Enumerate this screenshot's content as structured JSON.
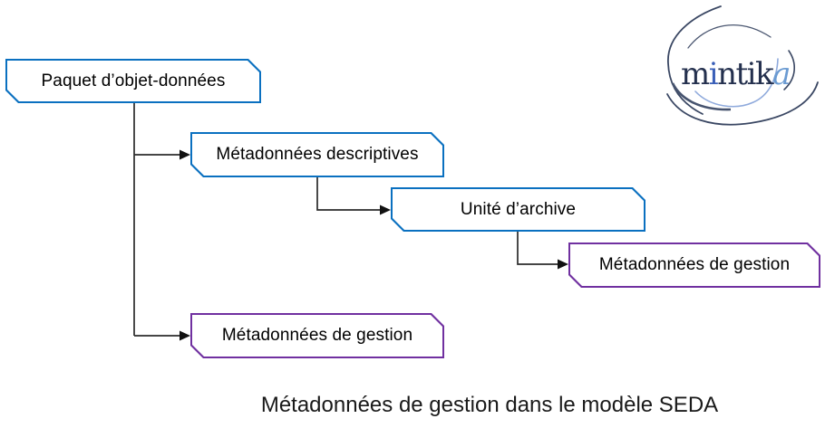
{
  "canvas": {
    "caption": "Métadonnées de gestion dans le modèle SEDA"
  },
  "nodes": {
    "paquet": {
      "label": "Paquet d’objet-données",
      "type": "blue"
    },
    "descriptives": {
      "label": "Métadonnées descriptives",
      "type": "blue"
    },
    "unite": {
      "label": "Unité d’archive",
      "type": "blue"
    },
    "gestion_unite": {
      "label": "Métadonnées de gestion",
      "type": "purple"
    },
    "gestion_paquet": {
      "label": "Métadonnées de gestion",
      "type": "purple"
    }
  },
  "colors": {
    "blue_node_border": "#0A70C0",
    "purple_node_border": "#7030A0",
    "connector": "#2B2B2B",
    "logo_dark": "#24304E",
    "logo_blue": "#3A5FB8",
    "logo_light_blue": "#8FAADC"
  },
  "logo": {
    "word": "mintika",
    "part_m": "m",
    "part_i": "i",
    "part_ntik": "ntik",
    "part_a": "a"
  }
}
